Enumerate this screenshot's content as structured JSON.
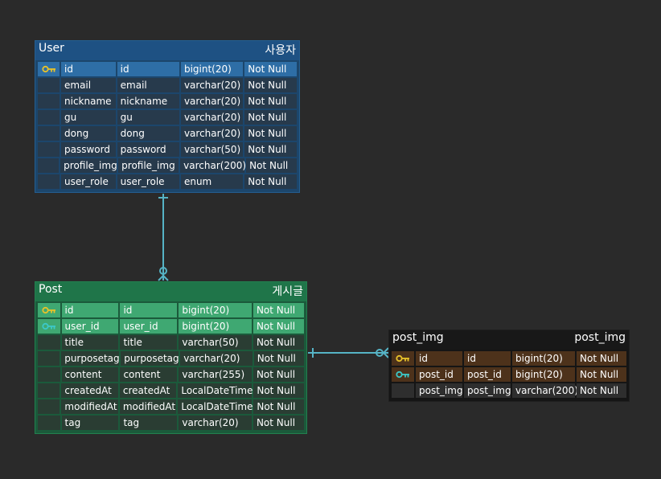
{
  "tables": {
    "user": {
      "name": "User",
      "label": "사용자",
      "rows": [
        {
          "key": "pk",
          "logical": "id",
          "physical": "id",
          "type": "bigint(20)",
          "null": "Not Null"
        },
        {
          "key": "",
          "logical": "email",
          "physical": "email",
          "type": "varchar(20)",
          "null": "Not Null"
        },
        {
          "key": "",
          "logical": "nickname",
          "physical": "nickname",
          "type": "varchar(20)",
          "null": "Not Null"
        },
        {
          "key": "",
          "logical": "gu",
          "physical": "gu",
          "type": "varchar(20)",
          "null": "Not Null"
        },
        {
          "key": "",
          "logical": "dong",
          "physical": "dong",
          "type": "varchar(20)",
          "null": "Not Null"
        },
        {
          "key": "",
          "logical": "password",
          "physical": "password",
          "type": "varchar(50)",
          "null": "Not Null"
        },
        {
          "key": "",
          "logical": "profile_img",
          "physical": "profile_img",
          "type": "varchar(200)",
          "null": "Not Null"
        },
        {
          "key": "",
          "logical": "user_role",
          "physical": "user_role",
          "type": "enum",
          "null": "Not Null"
        }
      ]
    },
    "post": {
      "name": "Post",
      "label": "게시글",
      "rows": [
        {
          "key": "pk",
          "logical": "id",
          "physical": "id",
          "type": "bigint(20)",
          "null": "Not Null"
        },
        {
          "key": "fk",
          "logical": "user_id",
          "physical": "user_id",
          "type": "bigint(20)",
          "null": "Not Null"
        },
        {
          "key": "",
          "logical": "title",
          "physical": "title",
          "type": "varchar(50)",
          "null": "Not Null"
        },
        {
          "key": "",
          "logical": "purposetag",
          "physical": "purposetag",
          "type": "varchar(20)",
          "null": "Not Null"
        },
        {
          "key": "",
          "logical": "content",
          "physical": "content",
          "type": "varchar(255)",
          "null": "Not Null"
        },
        {
          "key": "",
          "logical": "createdAt",
          "physical": "createdAt",
          "type": "LocalDateTime",
          "null": "Not Null"
        },
        {
          "key": "",
          "logical": "modifiedAt",
          "physical": "modifiedAt",
          "type": "LocalDateTime",
          "null": "Not Null"
        },
        {
          "key": "",
          "logical": "tag",
          "physical": "tag",
          "type": "varchar(20)",
          "null": "Not Null"
        }
      ]
    },
    "post_img": {
      "name": "post_img",
      "label": "post_img",
      "rows": [
        {
          "key": "pk",
          "logical": "id",
          "physical": "id",
          "type": "bigint(20)",
          "null": "Not Null"
        },
        {
          "key": "fk",
          "logical": "post_id",
          "physical": "post_id",
          "type": "bigint(20)",
          "null": "Not Null"
        },
        {
          "key": "",
          "logical": "post_img",
          "physical": "post_img",
          "type": "varchar(200)",
          "null": "Not Null"
        }
      ]
    }
  },
  "colors": {
    "pk_key": "#e8c22a",
    "fk_key": "#3cc8c8",
    "relation_line": "#56b4c6"
  },
  "icons": {
    "pk": "primary-key-icon",
    "fk": "foreign-key-icon"
  }
}
